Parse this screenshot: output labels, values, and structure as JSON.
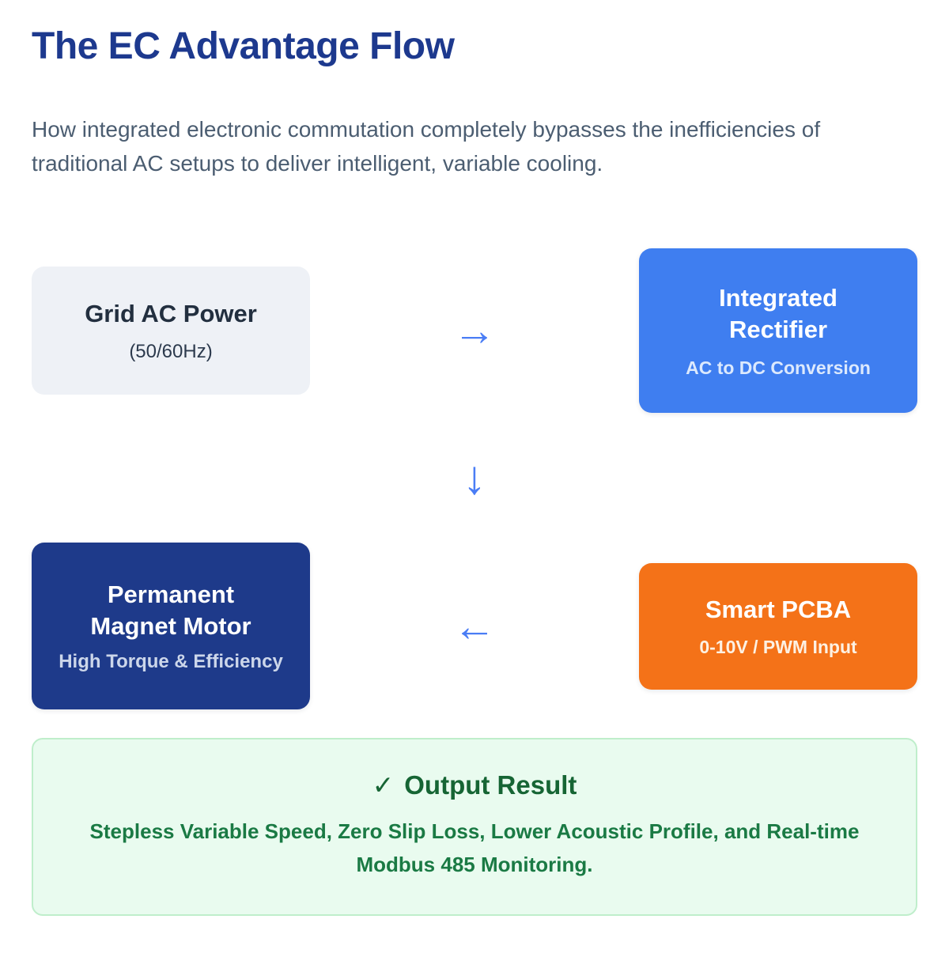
{
  "header": {
    "title": "The EC Advantage Flow",
    "subtitle": "How integrated electronic commutation completely bypasses the inefficiencies of traditional AC setups to deliver intelligent, variable cooling."
  },
  "flow": {
    "grid_power": {
      "title": "Grid AC Power",
      "subtitle": "(50/60Hz)"
    },
    "rectifier": {
      "title": "Integrated Rectifier",
      "subtitle": "AC to DC Conversion"
    },
    "motor": {
      "title": "Permanent Magnet Motor",
      "subtitle": "High Torque & Efficiency"
    },
    "pcba": {
      "title": "Smart PCBA",
      "subtitle": "0-10V / PWM Input"
    },
    "arrow_right": "→",
    "arrow_down": "↓",
    "arrow_left": "←"
  },
  "output": {
    "check": "✓",
    "title": "Output Result",
    "body_line1": "Stepless Variable Speed, Zero Slip Loss, Lower Acoustic Profile, and Real-time",
    "body_line2": "Modbus 485 Monitoring."
  },
  "colors": {
    "heading": "#1d398e",
    "subtitle_text": "#4b5d71",
    "box_gray_bg": "#eef1f6",
    "box_blue_bg": "#3f7ef0",
    "box_navy_bg": "#1e3a8a",
    "box_orange_bg": "#f47218",
    "arrow": "#4a7df5",
    "output_bg": "#e9fbef",
    "output_border": "#bfeecb",
    "output_title": "#166534",
    "output_text": "#1a7a44"
  }
}
